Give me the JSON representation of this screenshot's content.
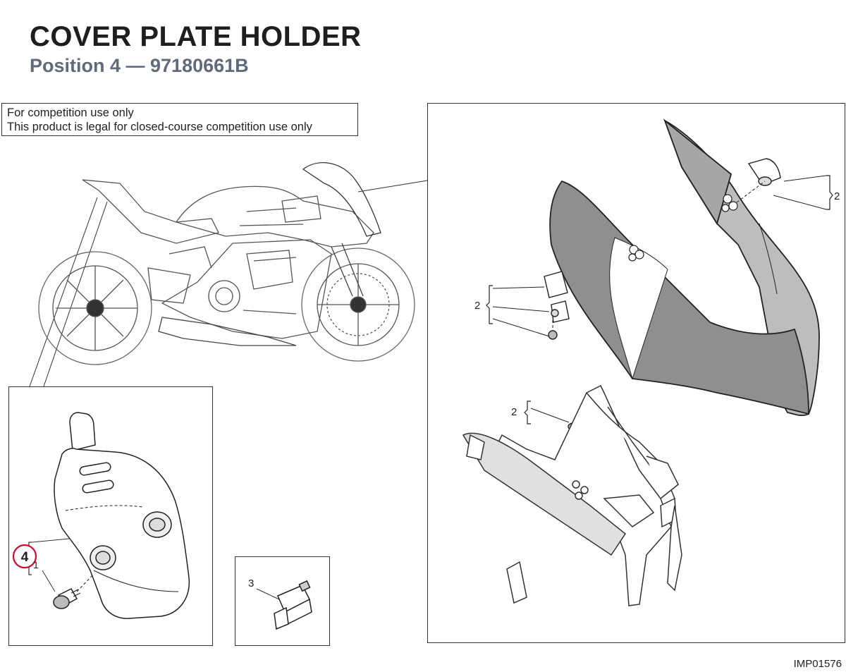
{
  "header": {
    "title": "COVER PLATE HOLDER",
    "subtitle": "Position 4 — 97180661B"
  },
  "notice": {
    "line1": "For competition use only",
    "line2": "This product is legal for closed-course competition use only"
  },
  "callouts": {
    "detail_position": "4",
    "detail_sub_item": "1",
    "small_panel_item": "3",
    "big_panel_top_right": "2",
    "big_panel_left": "2",
    "big_panel_lower": "2"
  },
  "document_code": "IMP01576",
  "colors": {
    "title": "#1e1e1e",
    "subtitle": "#5f6b7a",
    "position_circle": "#c8102e",
    "fairing_dark": "#8f8f8f",
    "fairing_light": "#bdbdbd"
  }
}
